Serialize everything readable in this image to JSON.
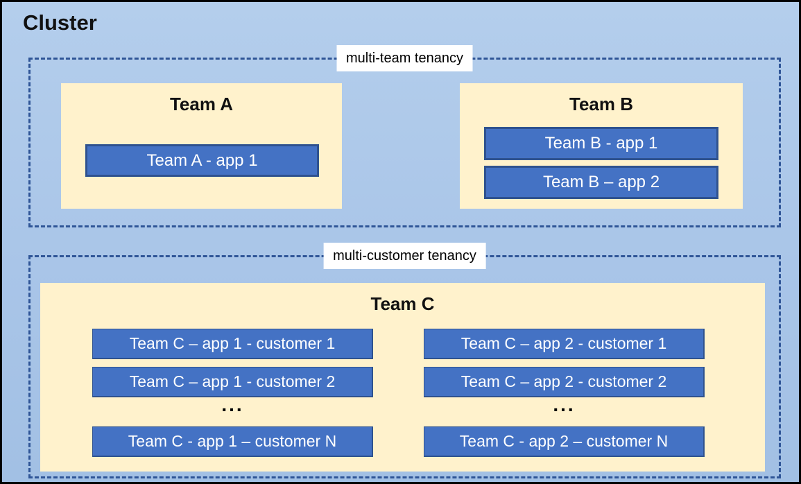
{
  "diagram": {
    "title": "Cluster",
    "zones": {
      "multi_team": {
        "label": "multi-team tenancy"
      },
      "multi_customer": {
        "label": "multi-customer tenancy"
      }
    },
    "teams": {
      "a": {
        "name": "Team A",
        "apps": [
          "Team A - app 1"
        ]
      },
      "b": {
        "name": "Team B",
        "apps": [
          "Team B - app 1",
          "Team B – app 2"
        ]
      },
      "c": {
        "name": "Team C",
        "col1": {
          "rows": [
            "Team C – app 1 - customer 1",
            "Team C – app 1 - customer 2"
          ],
          "ellipsis": "...",
          "row_n": "Team C - app 1 – customer N"
        },
        "col2": {
          "rows": [
            "Team C – app 2 - customer 1",
            "Team C – app 2 - customer 2"
          ],
          "ellipsis": "...",
          "row_n": "Team C - app 2 – customer N"
        }
      }
    },
    "colors": {
      "canvas_background": "#A9C5E8",
      "team_panel_background": "#FFF2CC",
      "app_box_fill": "#4472C4",
      "app_box_border": "#2F528F",
      "dashed_border": "#2F5597",
      "outer_border": "#000000",
      "app_text": "#FFFFFF",
      "title_text": "#111111",
      "label_background": "#FFFFFF"
    }
  }
}
